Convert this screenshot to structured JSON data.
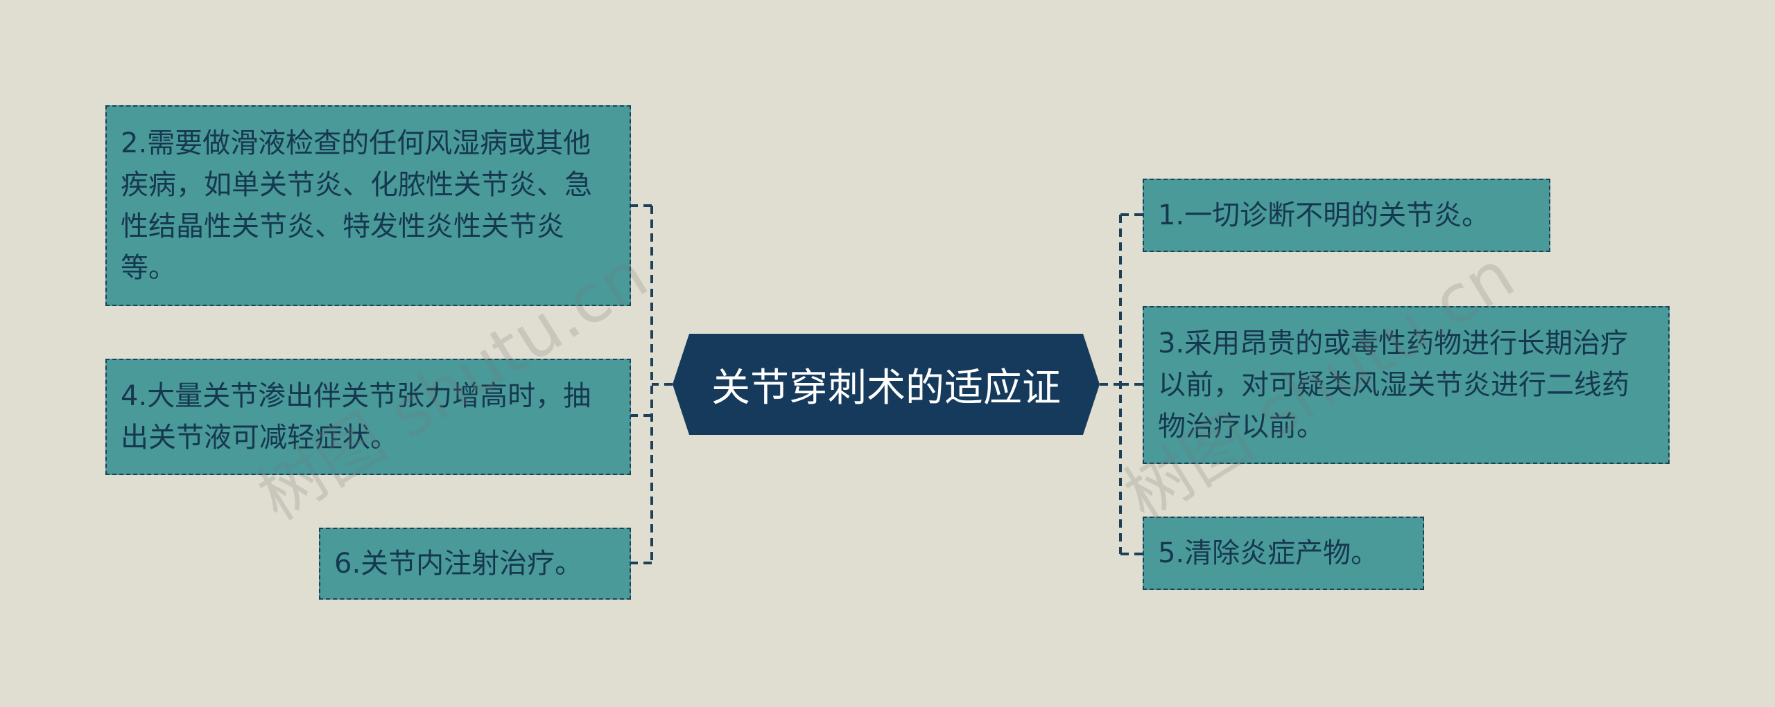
{
  "center": {
    "label": "关节穿刺术的适应证"
  },
  "nodes": {
    "n2": "2.需要做滑液检查的任何风湿病或其他疾病，如单关节炎、化脓性关节炎、急性结晶性关节炎、特发性炎性关节炎等。",
    "n4": "4.大量关节渗出伴关节张力增高时，抽出关节液可减轻症状。",
    "n6": "6.关节内注射治疗。",
    "n1": "1.一切诊断不明的关节炎。",
    "n3": "3.采用昂贵的或毒性药物进行长期治疗以前，对可疑类风湿关节炎进行二线药物治疗以前。",
    "n5": "5.清除炎症产物。"
  },
  "watermark": "树图 shutu.cn",
  "colors": {
    "background": "#e0ded0",
    "node_fill": "#4a9a9a",
    "node_border": "#1e3f58",
    "center_fill": "#163a5c",
    "text": "#16384f"
  }
}
